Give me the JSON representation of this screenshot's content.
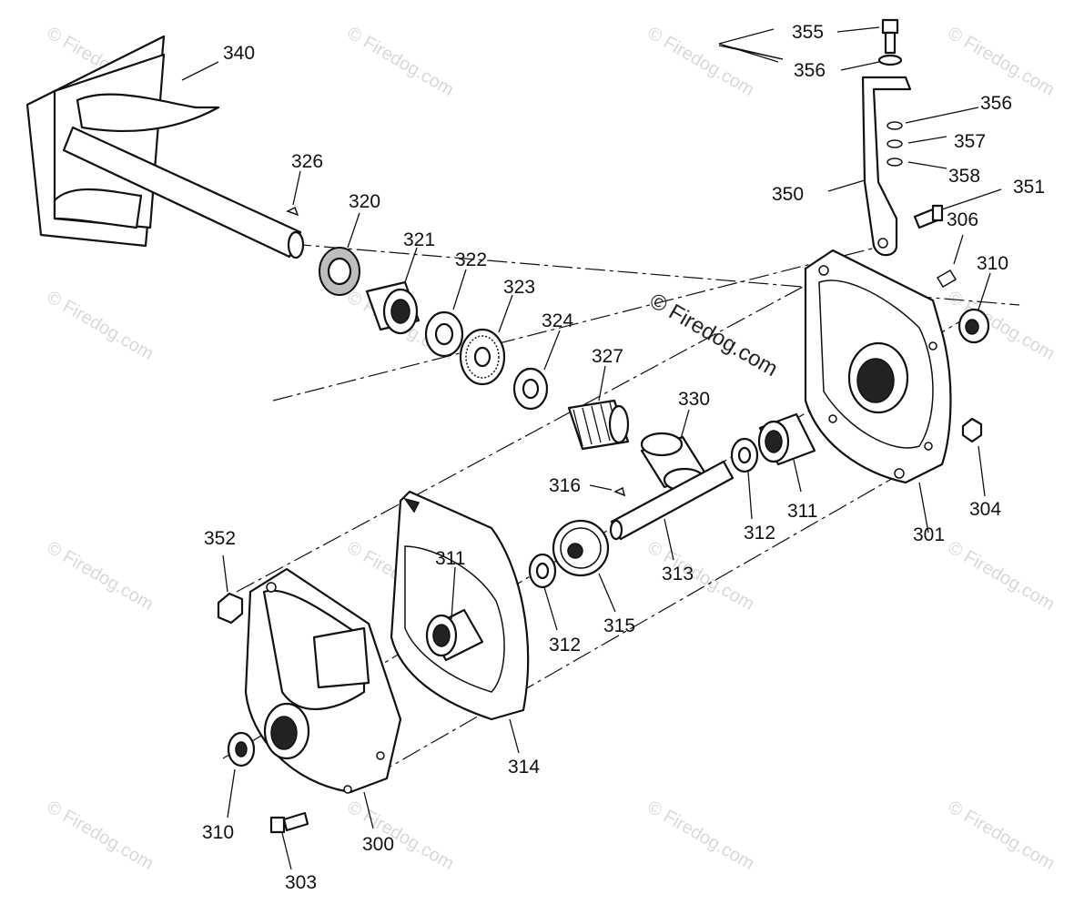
{
  "watermark": {
    "tile_text": "© Firedog.com",
    "main_text": "© Firedog.com"
  },
  "callouts": [
    {
      "id": "c340",
      "text": "340"
    },
    {
      "id": "c326",
      "text": "326"
    },
    {
      "id": "c320",
      "text": "320"
    },
    {
      "id": "c321",
      "text": "321"
    },
    {
      "id": "c322",
      "text": "322"
    },
    {
      "id": "c323",
      "text": "323"
    },
    {
      "id": "c324",
      "text": "324"
    },
    {
      "id": "c327",
      "text": "327"
    },
    {
      "id": "c330",
      "text": "330"
    },
    {
      "id": "c316",
      "text": "316"
    },
    {
      "id": "c311a",
      "text": "311"
    },
    {
      "id": "c312a",
      "text": "312"
    },
    {
      "id": "c313",
      "text": "313"
    },
    {
      "id": "c311b",
      "text": "311"
    },
    {
      "id": "c312b",
      "text": "312"
    },
    {
      "id": "c315",
      "text": "315"
    },
    {
      "id": "c314",
      "text": "314"
    },
    {
      "id": "c352",
      "text": "352"
    },
    {
      "id": "c310a",
      "text": "310"
    },
    {
      "id": "c300",
      "text": "300"
    },
    {
      "id": "c303",
      "text": "303"
    },
    {
      "id": "c355",
      "text": "355"
    },
    {
      "id": "c356a",
      "text": "356"
    },
    {
      "id": "c356b",
      "text": "356"
    },
    {
      "id": "c357",
      "text": "357"
    },
    {
      "id": "c358",
      "text": "358"
    },
    {
      "id": "c350",
      "text": "350"
    },
    {
      "id": "c351",
      "text": "351"
    },
    {
      "id": "c306",
      "text": "306"
    },
    {
      "id": "c310b",
      "text": "310"
    },
    {
      "id": "c301",
      "text": "301"
    },
    {
      "id": "c304",
      "text": "304"
    }
  ]
}
